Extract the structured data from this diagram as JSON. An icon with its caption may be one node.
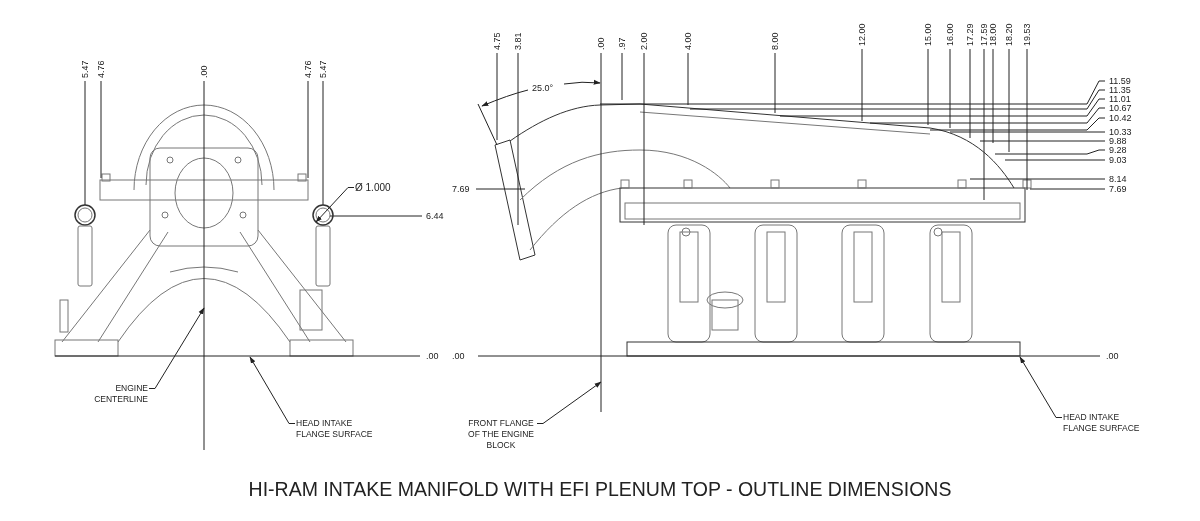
{
  "diagram": {
    "title": "HI-RAM INTAKE MANIFOLD WITH EFI PLENUM TOP - OUTLINE DIMENSIONS",
    "nodes": [
      {
        "text": [
          "ENGINE CENTERLINE"
        ]
      },
      {
        "text": [
          "HEAD INTAKE FLANGE SURFACE"
        ]
      },
      {
        "text": [
          "FRONT FLANGE OF THE ENGINE BLOCK"
        ]
      },
      {
        "text": [
          "HEAD INTAKE FLANGE SURFACE"
        ]
      },
      {
        "text": [
          "Ø 1.000"
        ]
      },
      {
        "text": [],
        "shape": "line"
      },
      {
        "text": [],
        "shape": "line"
      },
      {
        "text": [],
        "shape": "line"
      },
      {
        "text": [],
        "shape": "line"
      },
      {
        "text": [],
        "shape": "circle"
      }
    ],
    "edges": [
      {
        "from": 0,
        "to": 5,
        "arrow": "to"
      },
      {
        "from": 1,
        "to": 6,
        "arrow": "to"
      },
      {
        "from": 2,
        "to": 7,
        "arrow": "to"
      },
      {
        "from": 3,
        "to": 8,
        "arrow": "to"
      },
      {
        "from": 4,
        "to": 9,
        "arrow": "to"
      }
    ],
    "labels": [
      "5.47",
      "4.76",
      ".00",
      "4.76",
      "5.47",
      "4.75",
      "3.81",
      ".00",
      ".97",
      "2.00",
      "4.00",
      "8.00",
      "12.00",
      "15.00",
      "16.00",
      "17.29",
      "17.59",
      "18.00",
      "18.20",
      "19.53",
      "25.0°",
      "11.59",
      "11.35",
      "11.01",
      "10.67",
      "10.42",
      "10.33",
      "9.88",
      "9.28",
      "9.03",
      "8.14",
      "7.69",
      "6.44",
      "7.69",
      ".00",
      ".00",
      ".00"
    ]
  }
}
